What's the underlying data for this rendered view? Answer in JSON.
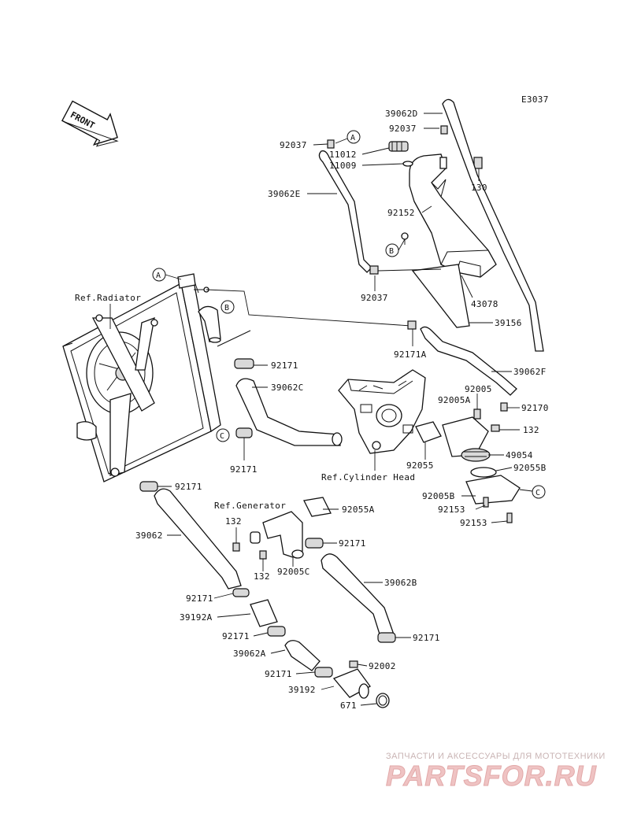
{
  "diagram_code": "E3037",
  "front_label": "FRONT",
  "refs": {
    "radiator": "Ref.Radiator",
    "cylinder_head": "Ref.Cylinder Head",
    "generator": "Ref.Generator"
  },
  "callouts": {
    "a": "A",
    "b": "B",
    "c": "C"
  },
  "parts": {
    "p39062D": "39062D",
    "p92037_top_right": "92037",
    "p92037_left": "92037",
    "p11012": "11012",
    "p11009": "11009",
    "p130": "130",
    "p39062E": "39062E",
    "p92152": "92152",
    "p92037_lower": "92037",
    "p43078": "43078",
    "p39156": "39156",
    "p92171A": "92171A",
    "p39062F": "39062F",
    "p92171_upper": "92171",
    "p39062C": "39062C",
    "p92005": "92005",
    "p92005A": "92005A",
    "p92170": "92170",
    "p132_right": "132",
    "p49054": "49054",
    "p92055B": "92055B",
    "p92055": "92055",
    "p92171_c": "92171",
    "p92171_mid": "92171",
    "p92005B": "92005B",
    "p92153_a": "92153",
    "p92153_b": "92153",
    "p92055A": "92055A",
    "p39062": "39062",
    "p132_gen_top": "132",
    "p92171_gen": "92171",
    "p132_gen_bottom": "132",
    "p92005C": "92005C",
    "p39062B": "39062B",
    "p92171_left_a": "92171",
    "p39192A": "39192A",
    "p92171_left_b": "92171",
    "p92171_right_low": "92171",
    "p39062A": "39062A",
    "p92002": "92002",
    "p92171_left_c": "92171",
    "p39192": "39192",
    "p671": "671"
  },
  "watermark": {
    "tagline": "ЗАПЧАСТИ И АКСЕССУАРЫ ДЛЯ МОТОТЕХНИКИ",
    "logo": "PARTSFOR.RU"
  }
}
